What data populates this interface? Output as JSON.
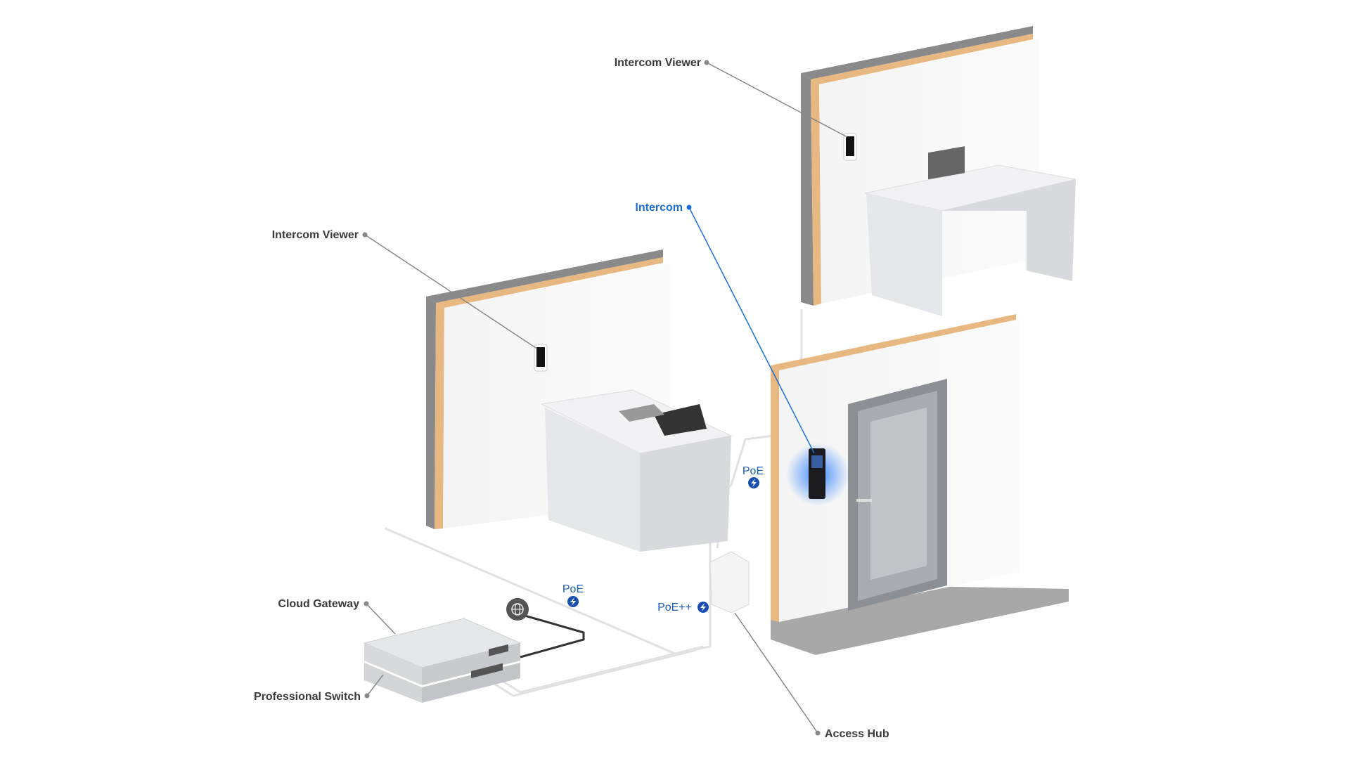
{
  "labels": {
    "intercom_viewer_top": "Intercom Viewer",
    "intercom_viewer_left": "Intercom Viewer",
    "intercom": "Intercom",
    "cloud_gateway": "Cloud Gateway",
    "professional_switch": "Professional Switch",
    "access_hub": "Access Hub"
  },
  "power": {
    "poe_left": "PoE",
    "poe_plus": "PoE++",
    "poe_right": "PoE"
  },
  "icons": {
    "power": "bolt-icon",
    "internet": "globe-icon"
  },
  "colors": {
    "accent": "#1a6fd8",
    "label": "#3a3a3a",
    "wood": "#e8b882",
    "concrete": "#8a8a8a"
  }
}
